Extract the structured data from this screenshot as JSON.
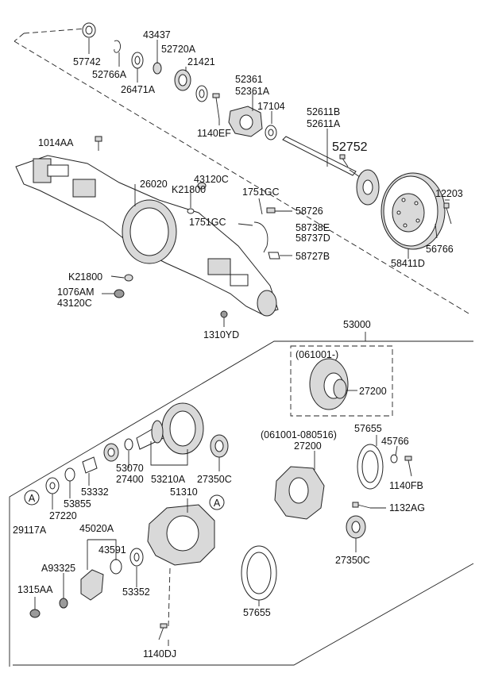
{
  "labels": {
    "p57742": "57742",
    "p52766A": "52766A",
    "p43437": "43437",
    "p52720A": "52720A",
    "p26471A": "26471A",
    "p21421": "21421",
    "p52361": "52361",
    "p52361A": "52361A",
    "p17104": "17104",
    "p1140EF": "1140EF",
    "p52611B": "52611B",
    "p52611A": "52611A",
    "p52752": "52752",
    "p1014AA": "1014AA",
    "p43120C_a": "43120C",
    "p26020": "26020",
    "pK21800_a": "K21800",
    "p1751GC_a": "1751GC",
    "p1751GC_b": "1751GC",
    "p58726": "58726",
    "p58738E": "58738E",
    "p58737D": "58737D",
    "p58727B": "58727B",
    "p12203": "12203",
    "p56766": "56766",
    "p58411D": "58411D",
    "pK21800_b": "K21800",
    "p1076AM": "1076AM",
    "p43120C_b": "43120C",
    "p1310YD": "1310YD",
    "p53000": "53000",
    "p061001": "(061001-)",
    "p27200_a": "27200",
    "p061001_080516": "(061001-080516)",
    "p27200_b": "27200",
    "p57655_a": "57655",
    "p45766": "45766",
    "p1140FB": "1140FB",
    "p1132AG": "1132AG",
    "p27350C_a": "27350C",
    "p27350C_b": "27350C",
    "p57655_b": "57655",
    "p53070": "53070",
    "p27400": "27400",
    "p53210A": "53210A",
    "p53332": "53332",
    "p53855": "53855",
    "p27220": "27220",
    "p29117A": "29117A",
    "p51310": "51310",
    "p45020A": "45020A",
    "p43591": "43591",
    "pA93325": "A93325",
    "p53352": "53352",
    "p1315AA": "1315AA",
    "p1140DJ": "1140DJ",
    "refA_1": "A",
    "refA_2": "A"
  }
}
